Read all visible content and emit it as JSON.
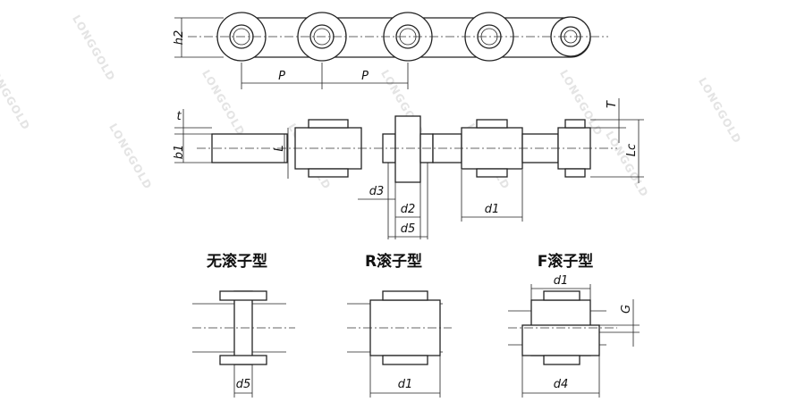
{
  "watermark": "LONGGOLD",
  "top_view": {
    "labels": {
      "h2": "h2",
      "pitch_left": "P",
      "pitch_right": "P"
    }
  },
  "side_view": {
    "labels": {
      "t": "t",
      "b1": "b1",
      "L": "L",
      "T": "T",
      "Lc": "Lc",
      "d3": "d3",
      "d2": "d2",
      "d5": "d5",
      "d1": "d1"
    }
  },
  "variants": [
    {
      "title": "无滚子型",
      "dim": "d5"
    },
    {
      "title": "R滚子型",
      "dim": "d1"
    },
    {
      "title": "F滚子型",
      "dim_top": "d1",
      "dim_bottom": "d4",
      "dim_side": "G"
    }
  ]
}
